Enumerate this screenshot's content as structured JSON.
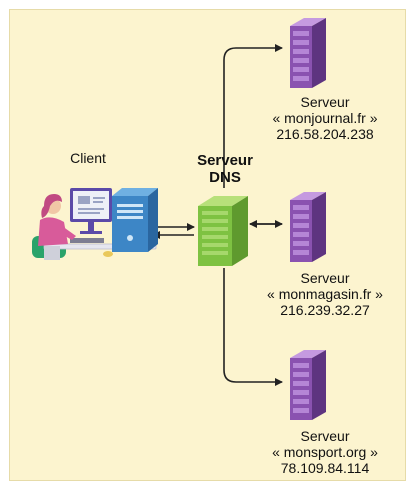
{
  "client": {
    "label": "Client"
  },
  "dns": {
    "line1": "Serveur",
    "line2": "DNS"
  },
  "servers": [
    {
      "line1": "Serveur",
      "name": "« monjournal.fr »",
      "ip": "216.58.204.238"
    },
    {
      "line1": "Serveur",
      "name": "« monmagasin.fr »",
      "ip": "216.239.32.27"
    },
    {
      "line1": "Serveur",
      "name": "« monsport.org »",
      "ip": "78.109.84.114"
    }
  ],
  "colors": {
    "background": "#fcf4cf",
    "dns_server": "#7ec242",
    "web_server": "#8a52b0",
    "client_tower": "#3d86c6"
  }
}
